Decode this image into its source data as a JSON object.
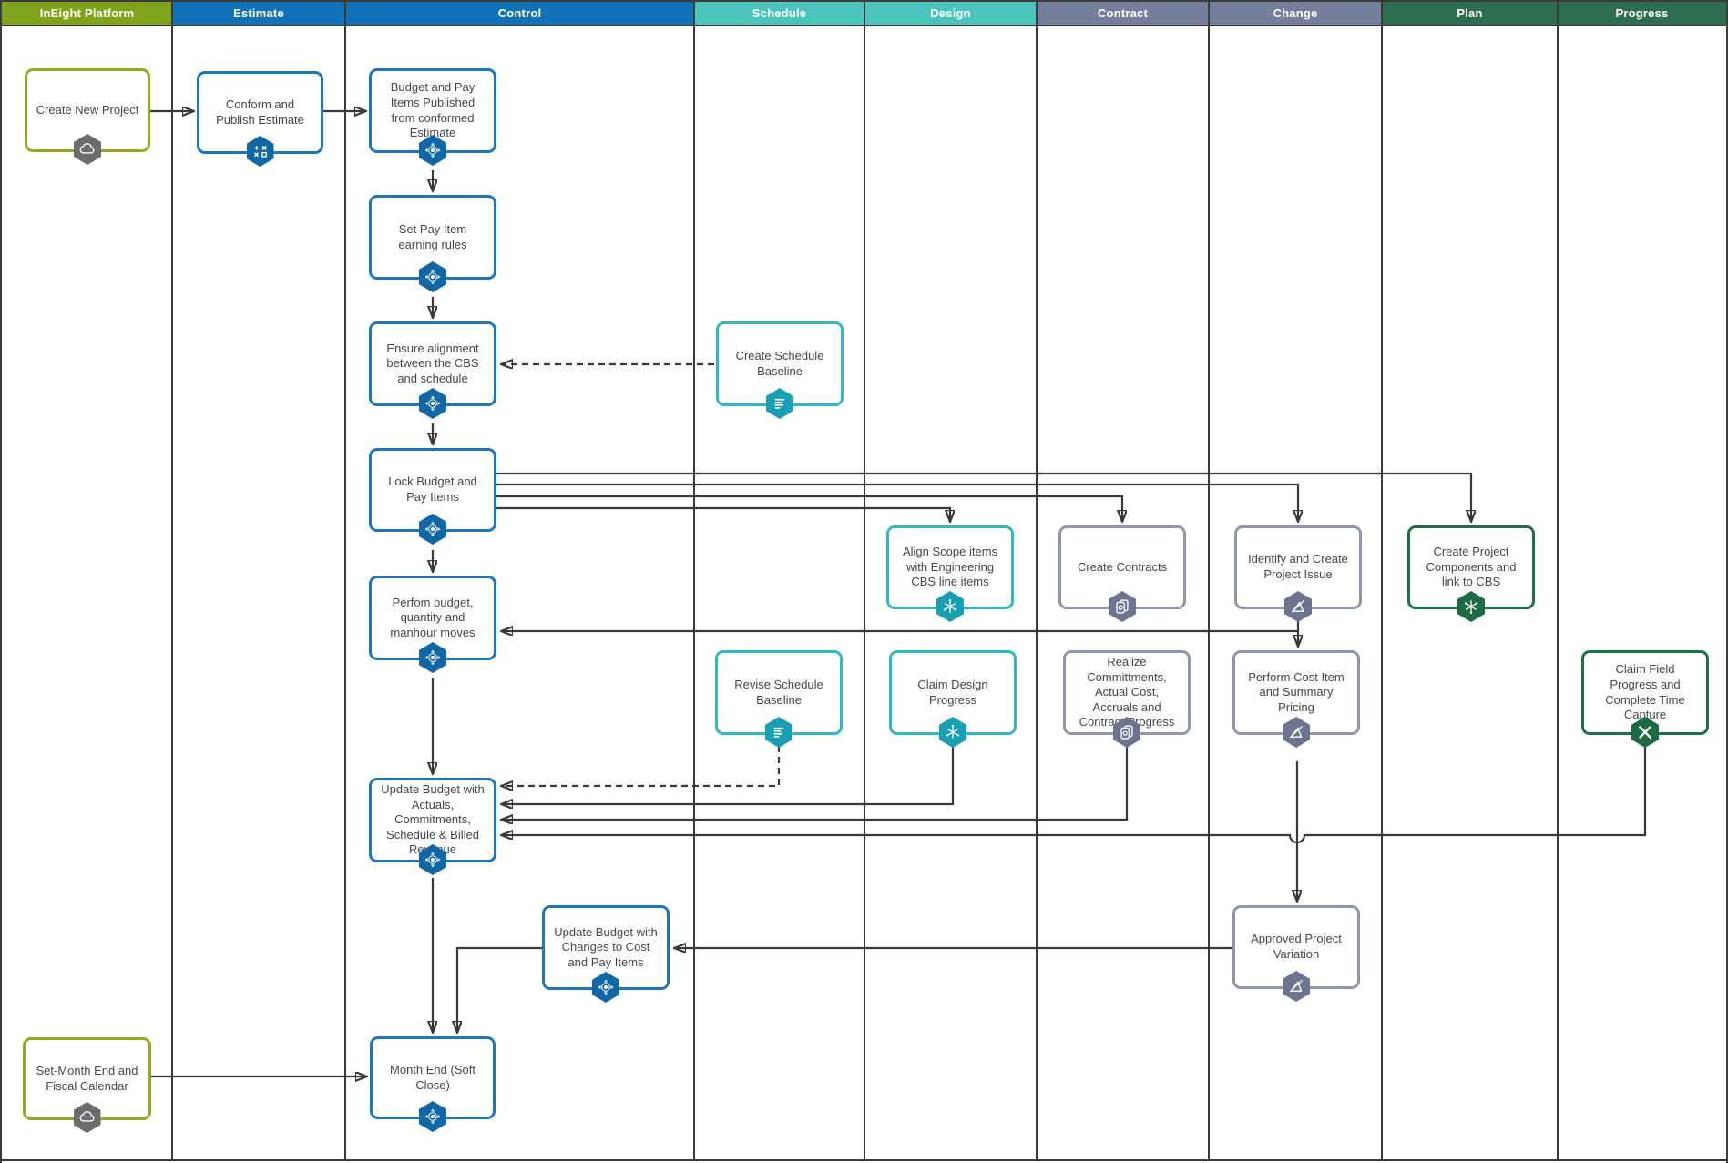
{
  "lanes": [
    {
      "label": "InEight Platform",
      "color": "#7fa31a"
    },
    {
      "label": "Estimate",
      "color": "#1172b8"
    },
    {
      "label": "Control",
      "color": "#1172b8"
    },
    {
      "label": "Schedule",
      "color": "#4bc4bb"
    },
    {
      "label": "Design",
      "color": "#4bc4bb"
    },
    {
      "label": "Contract",
      "color": "#757e9b"
    },
    {
      "label": "Change",
      "color": "#757e9b"
    },
    {
      "label": "Plan",
      "color": "#2e6e50"
    },
    {
      "label": "Progress",
      "color": "#2e6e50"
    }
  ],
  "colors": {
    "blue_node_border": "#1c77be",
    "olive_node_border": "#93ab1d",
    "teal_node_border": "#2eb9cb",
    "slate_node_border": "#8e97af",
    "green_node_border": "#1e7046",
    "connector": "#39383a"
  },
  "nodes": [
    {
      "label": "Create New Project",
      "icon": "cloud-icon",
      "lane": "InEight Platform"
    },
    {
      "label": "Conform and Publish Estimate",
      "icon": "estimate-icon",
      "lane": "Estimate"
    },
    {
      "label": "Budget and Pay Items Published from conformed Estimate",
      "icon": "control-icon",
      "lane": "Control"
    },
    {
      "label": "Set Pay Item earning rules",
      "icon": "control-icon",
      "lane": "Control"
    },
    {
      "label": "Ensure alignment between the CBS and schedule",
      "icon": "control-icon",
      "lane": "Control"
    },
    {
      "label": "Create Schedule Baseline",
      "icon": "schedule-icon",
      "lane": "Schedule"
    },
    {
      "label": "Lock Budget and Pay Items",
      "icon": "control-icon",
      "lane": "Control"
    },
    {
      "label": "Align Scope items with Engineering CBS line items",
      "icon": "design-icon",
      "lane": "Design"
    },
    {
      "label": "Create Contracts",
      "icon": "contract-icon",
      "lane": "Contract"
    },
    {
      "label": "Identify and Create Project Issue",
      "icon": "change-icon",
      "lane": "Change"
    },
    {
      "label": "Create Project Components and link to CBS",
      "icon": "plan-icon",
      "lane": "Plan"
    },
    {
      "label": "Perfom budget, quantity and manhour moves",
      "icon": "control-icon",
      "lane": "Control"
    },
    {
      "label": "Revise Schedule Baseline",
      "icon": "schedule-icon",
      "lane": "Schedule"
    },
    {
      "label": "Claim Design Progress",
      "icon": "design-icon",
      "lane": "Design"
    },
    {
      "label": "Realize Committments, Actual Cost, Accruals and Contract Progress",
      "icon": "contract-icon",
      "lane": "Contract"
    },
    {
      "label": "Perform Cost Item and Summary Pricing",
      "icon": "change-icon",
      "lane": "Change"
    },
    {
      "label": "Claim Field Progress and Complete Time Capture",
      "icon": "progress-icon",
      "lane": "Progress"
    },
    {
      "label": "Update Budget with Actuals, Commitments, Schedule & Billed Revenue",
      "icon": "control-icon",
      "lane": "Control"
    },
    {
      "label": "Update Budget with Changes to Cost and Pay Items",
      "icon": "control-icon",
      "lane": "Control"
    },
    {
      "label": "Approved Project Variation",
      "icon": "change-icon",
      "lane": "Change"
    },
    {
      "label": "Set-Month End and Fiscal Calendar",
      "icon": "cloud-icon",
      "lane": "InEight Platform"
    },
    {
      "label": "Month End (Soft Close)",
      "icon": "control-icon",
      "lane": "Control"
    }
  ],
  "connectors": [
    {
      "from": "Create New Project",
      "to": "Conform and Publish Estimate",
      "style": "solid"
    },
    {
      "from": "Conform and Publish Estimate",
      "to": "Budget and Pay Items Published from conformed Estimate",
      "style": "solid"
    },
    {
      "from": "Budget and Pay Items Published from conformed Estimate",
      "to": "Set Pay Item earning rules",
      "style": "solid"
    },
    {
      "from": "Set Pay Item earning rules",
      "to": "Ensure alignment between the CBS and schedule",
      "style": "solid"
    },
    {
      "from": "Create Schedule Baseline",
      "to": "Ensure alignment between the CBS and schedule",
      "style": "dashed"
    },
    {
      "from": "Ensure alignment between the CBS and schedule",
      "to": "Lock Budget and Pay Items",
      "style": "solid"
    },
    {
      "from": "Lock Budget and Pay Items",
      "to": "Align Scope items with Engineering CBS line items",
      "style": "solid"
    },
    {
      "from": "Lock Budget and Pay Items",
      "to": "Create Contracts",
      "style": "solid"
    },
    {
      "from": "Lock Budget and Pay Items",
      "to": "Identify and Create Project Issue",
      "style": "solid"
    },
    {
      "from": "Lock Budget and Pay Items",
      "to": "Create Project Components and link to CBS",
      "style": "solid"
    },
    {
      "from": "Lock Budget and Pay Items",
      "to": "Perfom budget, quantity and manhour moves",
      "style": "solid"
    },
    {
      "from": "Identify and Create Project Issue",
      "to": "Perfom budget, quantity and manhour moves",
      "style": "solid"
    },
    {
      "from": "Identify and Create Project Issue",
      "to": "Perform Cost Item and Summary Pricing",
      "style": "solid"
    },
    {
      "from": "Perfom budget, quantity and manhour moves",
      "to": "Update Budget with Actuals, Commitments, Schedule & Billed Revenue",
      "style": "solid"
    },
    {
      "from": "Revise Schedule Baseline",
      "to": "Update Budget with Actuals, Commitments, Schedule & Billed Revenue",
      "style": "dashed"
    },
    {
      "from": "Claim Design Progress",
      "to": "Update Budget with Actuals, Commitments, Schedule & Billed Revenue",
      "style": "solid"
    },
    {
      "from": "Realize Committments, Actual Cost, Accruals and Contract Progress",
      "to": "Update Budget with Actuals, Commitments, Schedule & Billed Revenue",
      "style": "solid"
    },
    {
      "from": "Claim Field Progress and Complete Time Capture",
      "to": "Update Budget with Actuals, Commitments, Schedule & Billed Revenue",
      "style": "solid"
    },
    {
      "from": "Perform Cost Item and Summary Pricing",
      "to": "Approved Project Variation",
      "style": "solid"
    },
    {
      "from": "Approved Project Variation",
      "to": "Update Budget with Changes to Cost and Pay Items",
      "style": "solid"
    },
    {
      "from": "Update Budget with Changes to Cost and Pay Items",
      "to": "Month End (Soft Close)",
      "style": "solid"
    },
    {
      "from": "Update Budget with Actuals, Commitments, Schedule & Billed Revenue",
      "to": "Month End (Soft Close)",
      "style": "solid"
    },
    {
      "from": "Set-Month End and Fiscal Calendar",
      "to": "Month End (Soft Close)",
      "style": "solid"
    }
  ]
}
